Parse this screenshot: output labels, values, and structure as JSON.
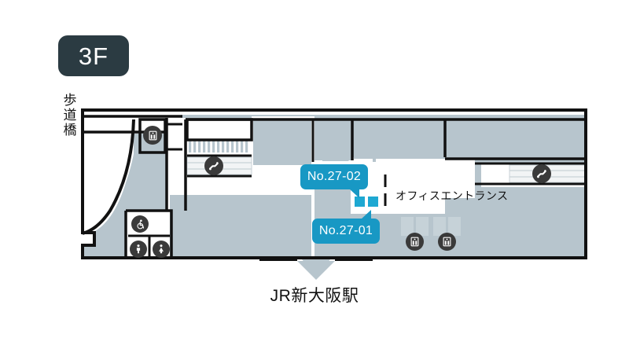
{
  "floor": {
    "badge_label": "3F",
    "badge_color": "#2b3b42"
  },
  "map": {
    "title_area": "3F floor map",
    "colors": {
      "accent_blue": "#1898c4",
      "unit_blue": "#1ea8d2",
      "floor_gray": "#b7c5cd",
      "wall_black": "#111111",
      "icon_dark": "#3a3a3a",
      "arrow_gray": "#b7c5cd",
      "background": "#ffffff"
    },
    "labels": {
      "pedestrian_bridge": [
        "歩",
        "道",
        "橋"
      ],
      "office_entrance": "オフィスエントランス",
      "station": "JR新大阪駅"
    },
    "shops": [
      {
        "id": "no-27-02",
        "label": "No.27-02"
      },
      {
        "id": "no-27-01",
        "label": "No.27-01"
      }
    ],
    "units": [
      {
        "id": "unit-a",
        "name": "shop-unit-27-02"
      },
      {
        "id": "unit-b",
        "name": "shop-unit-27-01"
      }
    ],
    "icons": [
      {
        "id": "elevator-northwest",
        "type": "elevator-icon"
      },
      {
        "id": "escalator-west",
        "type": "escalator-icon"
      },
      {
        "id": "escalator-east",
        "type": "escalator-icon"
      },
      {
        "id": "restroom-accessible",
        "type": "wheelchair-icon"
      },
      {
        "id": "restroom-men",
        "type": "mens-restroom-icon"
      },
      {
        "id": "restroom-women",
        "type": "womens-restroom-icon"
      },
      {
        "id": "elevator-south-1",
        "type": "elevator-icon"
      },
      {
        "id": "elevator-south-2",
        "type": "elevator-icon"
      }
    ],
    "direction_arrow": {
      "name": "station-direction-arrow",
      "points": "down"
    }
  }
}
